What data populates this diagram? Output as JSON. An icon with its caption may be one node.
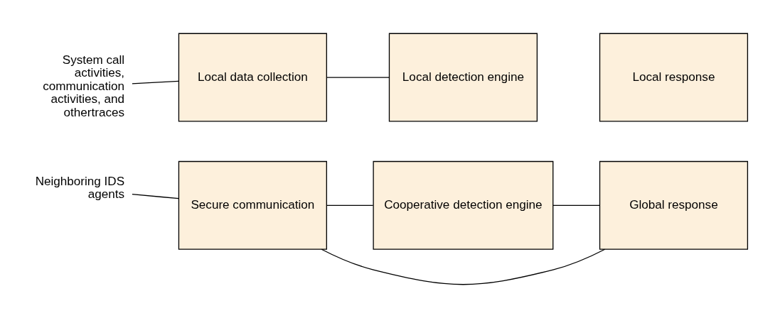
{
  "diagram": {
    "nodes": [
      {
        "text": [
          "System call activities, communication activities, and othertraces"
        ]
      },
      {
        "text": [
          "Local data collection"
        ]
      },
      {
        "text": [
          "Local detection engine"
        ]
      },
      {
        "text": [
          "Local response"
        ]
      },
      {
        "text": [
          "Neighboring IDS agents"
        ]
      },
      {
        "text": [
          "Secure communication"
        ]
      },
      {
        "text": [
          "Cooperative detection engine"
        ]
      },
      {
        "text": [
          "Global response"
        ]
      }
    ],
    "edges": [
      {
        "from": 0,
        "to": 1,
        "arrow": "none"
      },
      {
        "from": 1,
        "to": 2,
        "arrow": "none"
      },
      {
        "from": 4,
        "to": 5,
        "arrow": "none"
      },
      {
        "from": 5,
        "to": 6,
        "arrow": "none"
      },
      {
        "from": 6,
        "to": 7,
        "arrow": "none"
      },
      {
        "from": 5,
        "to": 7,
        "arrow": "none"
      }
    ]
  }
}
